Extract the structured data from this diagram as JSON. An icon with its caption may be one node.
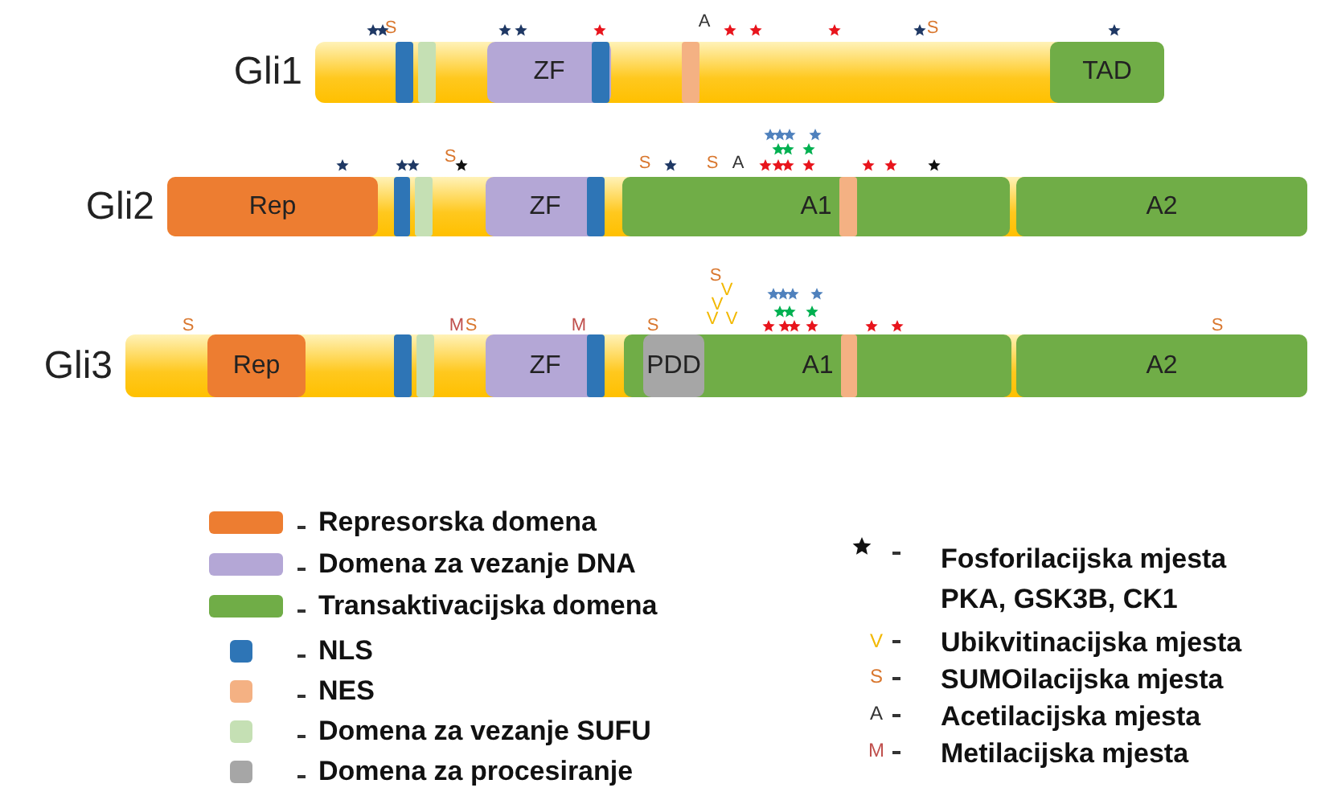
{
  "diagram": {
    "nodes": [
      {
        "text": [
          "Gli1"
        ]
      },
      {
        "text": [],
        "shape": "box",
        "in": 0
      },
      {
        "text": [],
        "shape": "box",
        "in": 0
      },
      {
        "text": [
          "ZF"
        ],
        "in": 0
      },
      {
        "text": [],
        "shape": "box",
        "in": 3
      },
      {
        "text": [],
        "shape": "box",
        "in": 0
      },
      {
        "text": [
          "TAD"
        ],
        "in": 0
      },
      {
        "text": [
          "Gli2"
        ]
      },
      {
        "text": [
          "Rep"
        ],
        "in": 7
      },
      {
        "text": [],
        "shape": "box",
        "in": 7
      },
      {
        "text": [],
        "shape": "box",
        "in": 7
      },
      {
        "text": [
          "ZF"
        ],
        "in": 7
      },
      {
        "text": [],
        "shape": "box",
        "in": 11
      },
      {
        "text": [
          "A1"
        ],
        "in": 7
      },
      {
        "text": [],
        "shape": "box",
        "in": 13
      },
      {
        "text": [
          "A2"
        ],
        "in": 7
      },
      {
        "text": [
          "Gli3"
        ]
      },
      {
        "text": [
          "Rep"
        ],
        "in": 16
      },
      {
        "text": [],
        "shape": "box",
        "in": 16
      },
      {
        "text": [],
        "shape": "box",
        "in": 16
      },
      {
        "text": [
          "ZF"
        ],
        "in": 16
      },
      {
        "text": [],
        "shape": "box",
        "in": 20
      },
      {
        "text": [
          "A1"
        ],
        "in": 16
      },
      {
        "text": [
          "PDD"
        ],
        "in": 22
      },
      {
        "text": [],
        "shape": "box",
        "in": 22
      },
      {
        "text": [
          "A2"
        ],
        "in": 16
      }
    ],
    "labels": [
      "S",
      "A",
      "S",
      "S",
      "S",
      "S",
      "A",
      "S",
      "V",
      "V",
      "S",
      "M",
      "S",
      "M",
      "S",
      "V",
      "V",
      "S",
      "V",
      "S",
      "A",
      "M"
    ],
    "legend": [
      {
        "text": "Represorska domena",
        "color": "#ed7d31"
      },
      {
        "text": "Domena za vezanje DNA",
        "color": "#b4a7d6"
      },
      {
        "text": "Transaktivacijska domena",
        "color": "#70ad47"
      },
      {
        "text": "NLS",
        "color": "#2e75b6"
      },
      {
        "text": "NES",
        "color": "#f4b183"
      },
      {
        "text": "Domena za vezanje SUFU",
        "color": "#c5e0b4"
      },
      {
        "text": "Domena za procesiranje",
        "color": "#a6a6a6"
      },
      {
        "text": "Fosforilacijska mjesta PKA, GSK3B, CK1"
      },
      {
        "text": "Ubikvitinacijska mjesta"
      },
      {
        "text": "SUMOilacijska mjesta"
      },
      {
        "text": "Acetilacijska mjesta"
      },
      {
        "text": "Metilacijska mjesta"
      }
    ]
  }
}
